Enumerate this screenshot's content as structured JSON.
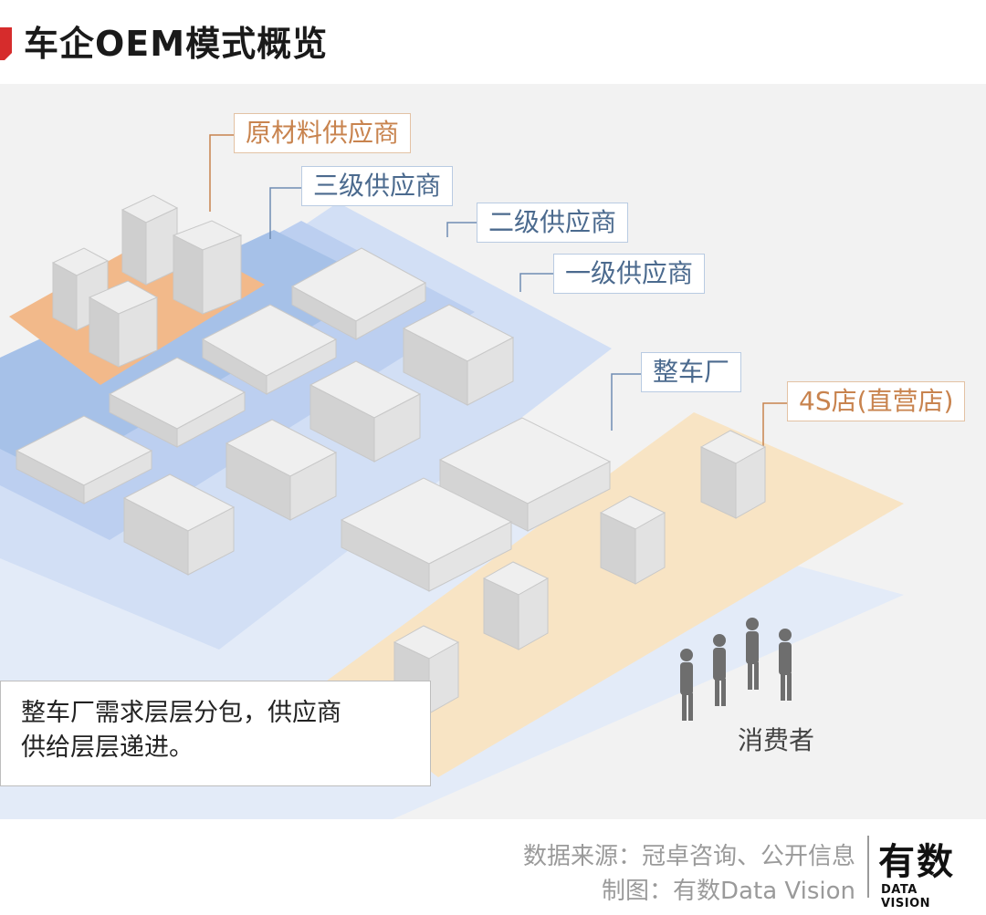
{
  "header": {
    "title": "车企OEM模式概览",
    "accent": "#d62c2c"
  },
  "labels": {
    "raw_material": "原材料供应商",
    "tier3": "三级供应商",
    "tier2": "二级供应商",
    "tier1": "一级供应商",
    "oem": "整车厂",
    "dealer": "4S店(直营店)",
    "consumer": "消费者"
  },
  "note": {
    "line1": "整车厂需求层层分包，供应商",
    "line2": "供给层层递进。"
  },
  "footer": {
    "source": "数据来源：冠卓咨询、公开信息",
    "credit": "制图：有数Data Vision",
    "logo_main": "有数",
    "logo_sub": "DATA VISION"
  },
  "colors": {
    "raw_material": "#f2b98a",
    "tier3": "#a6c1e8",
    "tier2": "#bccff0",
    "tier1": "#d2dff5",
    "oem_zone": "#e3ebf8",
    "dealer": "#f8e4c4",
    "label_orange": "#c8834e",
    "label_blue": "#4b6a8e"
  }
}
